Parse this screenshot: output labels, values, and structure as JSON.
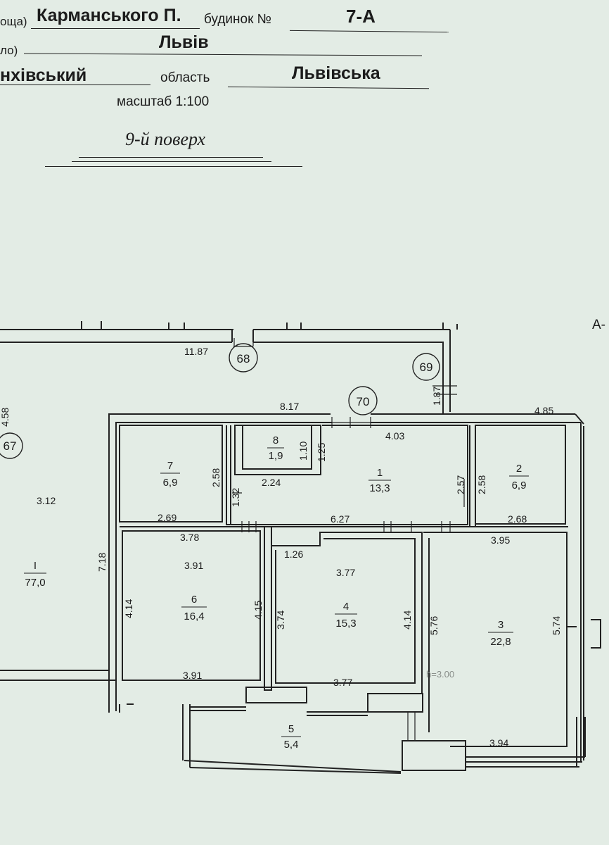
{
  "header": {
    "street_label": "оща)",
    "street_value": "Карманського П.",
    "building_label": "будинок №",
    "building_value": "7-А",
    "city_label": "ло)",
    "city_value": "Львів",
    "district_value": "нхівський",
    "region_label": "область",
    "region_value": "Львівська",
    "scale": "масштаб 1:100",
    "floor": "9-й поверх"
  },
  "markers": [
    "67",
    "68",
    "69",
    "70"
  ],
  "corner_label": "А-",
  "rooms": [
    {
      "no": "1",
      "area": "13,3"
    },
    {
      "no": "2",
      "area": "6,9"
    },
    {
      "no": "3",
      "area": "22,8"
    },
    {
      "no": "4",
      "area": "15,3"
    },
    {
      "no": "5",
      "area": "5,4"
    },
    {
      "no": "6",
      "area": "16,4"
    },
    {
      "no": "7",
      "area": "6,9"
    },
    {
      "no": "8",
      "area": "1,9"
    },
    {
      "no": "I",
      "area": "77,0"
    }
  ],
  "dimensions": {
    "d_11_87": "11.87",
    "d_8_17": "8.17",
    "d_4_85": "4.85",
    "d_1_87": "1.87",
    "d_4_03": "4.03",
    "d_1_25": "1.25",
    "d_1_10": "1.10",
    "d_2_24": "2.24",
    "d_2_58a": "2.58",
    "d_1_32": "1.32",
    "d_2_69": "2.69",
    "d_2_57": "2.57",
    "d_2_58b": "2.58",
    "d_6_27": "6.27",
    "d_2_68": "2.68",
    "d_3_12": "3.12",
    "d_7_18": "7.18",
    "d_4_58": "4.58",
    "d_3_78": "3.78",
    "d_3_91a": "3.91",
    "d_4_14a": "4.14",
    "d_4_15": "4.15",
    "d_3_91b": "3.91",
    "d_1_26": "1.26",
    "d_3_77a": "3.77",
    "d_3_74": "3.74",
    "d_4_14b": "4.14",
    "d_3_77b": "3.77",
    "d_3_95": "3.95",
    "d_5_76": "5.76",
    "d_5_74": "5.74",
    "d_3_94": "3.94"
  },
  "height_note": "h=3.00"
}
